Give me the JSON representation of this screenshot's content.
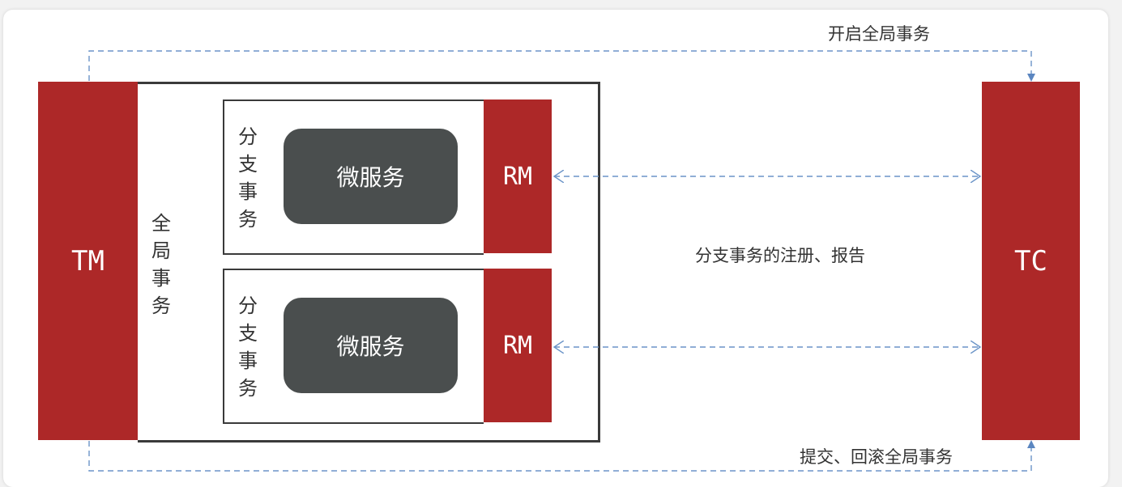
{
  "tm": {
    "label": "TM"
  },
  "tc": {
    "label": "TC"
  },
  "global_tx": {
    "label": "全局事务"
  },
  "branches": [
    {
      "label": "分支事务",
      "service": "微服务",
      "rm": "RM"
    },
    {
      "label": "分支事务",
      "service": "微服务",
      "rm": "RM"
    }
  ],
  "flows": {
    "open": "开启全局事务",
    "register": "分支事务的注册、报告",
    "commit": "提交、回滚全局事务"
  },
  "colors": {
    "component_red": "#ad2828",
    "service_gray": "#4a4e4e",
    "arrow_blue": "#6b94c8",
    "border_dark": "#3a3a3a"
  }
}
